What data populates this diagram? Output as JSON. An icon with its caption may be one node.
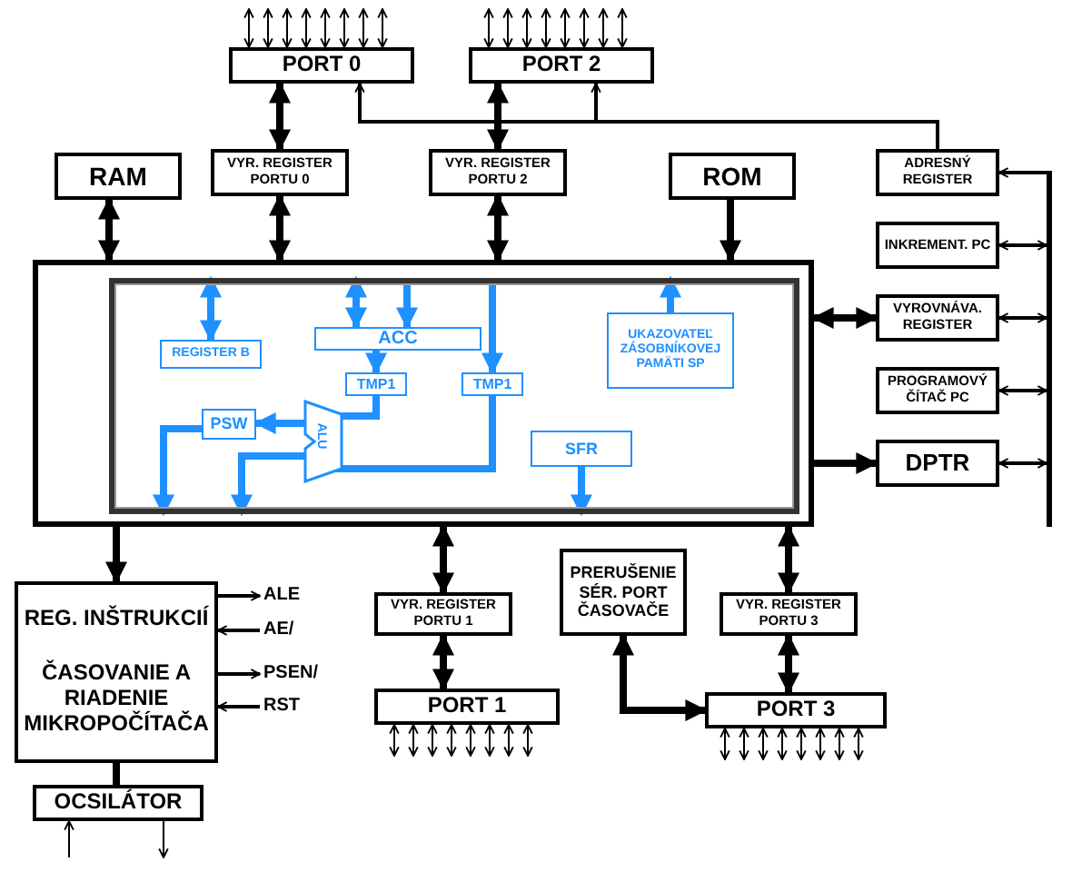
{
  "diagram": {
    "nodes": [
      {
        "text": [
          "PORT 0"
        ]
      },
      {
        "text": [
          "PORT 2"
        ]
      },
      {
        "text": [
          "VYR. REGISTER PORTU 0"
        ]
      },
      {
        "text": [
          "VYR. REGISTER PORTU 2"
        ]
      },
      {
        "text": [
          "RAM"
        ]
      },
      {
        "text": [
          "ROM"
        ]
      },
      {
        "text": [
          "ADRESNÝ REGISTER"
        ]
      },
      {
        "text": [
          "INKREMENT. PC"
        ]
      },
      {
        "text": [
          "VYROVNÁVA. REGISTER"
        ]
      },
      {
        "text": [
          "PROGRAMOVÝ ČÍTAČ PC"
        ]
      },
      {
        "text": [
          "DPTR"
        ]
      },
      {
        "text": [],
        "shape": "bar"
      },
      {
        "text": [],
        "shape": "box",
        "in": 11
      },
      {
        "text": [
          "REGISTER B"
        ],
        "in": 12
      },
      {
        "text": [
          "ACC"
        ],
        "in": 12
      },
      {
        "text": [
          "TMP1"
        ],
        "in": 12
      },
      {
        "text": [
          "TMP1"
        ],
        "in": 12
      },
      {
        "text": [
          "PSW"
        ],
        "in": 12
      },
      {
        "text": [
          "ALU"
        ],
        "in": 12
      },
      {
        "text": [
          "UKAZOVATEĽ ZÁSOBNÍKOVEJ PAMÄTI SP"
        ],
        "in": 12
      },
      {
        "text": [
          "SFR"
        ],
        "in": 12
      },
      {
        "text": [
          "REG. INŠTRUKCIÍ",
          "ČASOVANIE A RIADENIE MIKROPOČÍTAČA"
        ]
      },
      {
        "text": [
          "OCSILÁTOR"
        ]
      },
      {
        "text": [
          "VYR. REGISTER PORTU 1"
        ]
      },
      {
        "text": [
          "PORT 1"
        ]
      },
      {
        "text": [
          "PRERUŠENIE SÉR. PORT ČASOVAČE"
        ]
      },
      {
        "text": [
          "VYR. REGISTER PORTU 3"
        ]
      },
      {
        "text": [
          "PORT 3"
        ]
      },
      {
        "text": [
          "ALE"
        ]
      },
      {
        "text": [
          "AE/"
        ]
      },
      {
        "text": [
          "PSEN/"
        ]
      },
      {
        "text": [
          "RST"
        ]
      },
      {
        "text": [],
        "shape": "bar"
      }
    ],
    "edges": [
      {
        "from": 0,
        "to": null,
        "arrow": "both"
      },
      {
        "from": 0,
        "to": null,
        "arrow": "both"
      },
      {
        "from": 0,
        "to": null,
        "arrow": "both"
      },
      {
        "from": 0,
        "to": null,
        "arrow": "both"
      },
      {
        "from": 0,
        "to": null,
        "arrow": "both"
      },
      {
        "from": 0,
        "to": null,
        "arrow": "both"
      },
      {
        "from": 0,
        "to": null,
        "arrow": "both"
      },
      {
        "from": 0,
        "to": null,
        "arrow": "both"
      },
      {
        "from": 1,
        "to": null,
        "arrow": "both"
      },
      {
        "from": 1,
        "to": null,
        "arrow": "both"
      },
      {
        "from": 1,
        "to": null,
        "arrow": "both"
      },
      {
        "from": 1,
        "to": null,
        "arrow": "both"
      },
      {
        "from": 1,
        "to": null,
        "arrow": "both"
      },
      {
        "from": 1,
        "to": null,
        "arrow": "both"
      },
      {
        "from": 1,
        "to": null,
        "arrow": "both"
      },
      {
        "from": 1,
        "to": null,
        "arrow": "both"
      },
      {
        "from": 2,
        "to": 0,
        "arrow": "both",
        "style": "thick"
      },
      {
        "from": 3,
        "to": 1,
        "arrow": "both",
        "style": "thick"
      },
      {
        "from": 6,
        "to": 0,
        "arrow": "to"
      },
      {
        "from": 6,
        "to": 1,
        "arrow": "to"
      },
      {
        "from": 4,
        "to": 11,
        "arrow": "both",
        "style": "thick"
      },
      {
        "from": 2,
        "to": 11,
        "arrow": "both",
        "style": "thick"
      },
      {
        "from": 3,
        "to": 11,
        "arrow": "both",
        "style": "thick"
      },
      {
        "from": 5,
        "to": 11,
        "arrow": "to",
        "style": "thick"
      },
      {
        "from": 32,
        "to": 6,
        "arrow": "to"
      },
      {
        "from": 7,
        "to": 32,
        "arrow": "both"
      },
      {
        "from": 8,
        "to": 32,
        "arrow": "both"
      },
      {
        "from": 9,
        "to": 32,
        "arrow": "both"
      },
      {
        "from": 10,
        "to": 32,
        "arrow": "both"
      },
      {
        "from": 11,
        "to": 8,
        "arrow": "both",
        "style": "thick"
      },
      {
        "from": 11,
        "to": 10,
        "arrow": "to",
        "style": "thick"
      },
      {
        "from": 13,
        "to": 12,
        "arrow": "both",
        "style": "thick",
        "color": "#1e90ff"
      },
      {
        "from": 14,
        "to": 12,
        "arrow": "both",
        "style": "thick",
        "color": "#1e90ff"
      },
      {
        "from": 12,
        "to": 14,
        "arrow": "to",
        "style": "thick",
        "color": "#1e90ff"
      },
      {
        "from": 14,
        "to": 15,
        "arrow": "to",
        "style": "thick",
        "color": "#1e90ff"
      },
      {
        "from": 12,
        "to": 16,
        "arrow": "to",
        "style": "thick",
        "color": "#1e90ff"
      },
      {
        "from": 15,
        "to": 18,
        "arrow": "none",
        "style": "thick",
        "color": "#1e90ff"
      },
      {
        "from": 16,
        "to": 18,
        "arrow": "none",
        "style": "thick",
        "color": "#1e90ff"
      },
      {
        "from": 18,
        "to": 17,
        "arrow": "to",
        "style": "thick",
        "color": "#1e90ff"
      },
      {
        "from": 17,
        "to": 12,
        "arrow": "to",
        "style": "thick",
        "color": "#1e90ff"
      },
      {
        "from": 18,
        "to": 12,
        "arrow": "to",
        "style": "thick",
        "color": "#1e90ff"
      },
      {
        "from": 19,
        "to": 12,
        "arrow": "to",
        "style": "thick",
        "color": "#1e90ff"
      },
      {
        "from": 20,
        "to": 12,
        "arrow": "to",
        "style": "thick",
        "color": "#1e90ff"
      },
      {
        "from": 11,
        "to": 21,
        "arrow": "to",
        "style": "thick"
      },
      {
        "from": 21,
        "to": 28,
        "arrow": "to"
      },
      {
        "from": 29,
        "to": 21,
        "arrow": "to"
      },
      {
        "from": 21,
        "to": 30,
        "arrow": "to"
      },
      {
        "from": 31,
        "to": 21,
        "arrow": "to"
      },
      {
        "from": 21,
        "to": 22,
        "arrow": "none",
        "style": "thick"
      },
      {
        "from": null,
        "to": 22,
        "arrow": "to"
      },
      {
        "from": 22,
        "to": null,
        "arrow": "to"
      },
      {
        "from": 11,
        "to": 23,
        "arrow": "both",
        "style": "thick"
      },
      {
        "from": 23,
        "to": 24,
        "arrow": "both",
        "style": "thick"
      },
      {
        "from": 11,
        "to": 26,
        "arrow": "both",
        "style": "thick"
      },
      {
        "from": 26,
        "to": 27,
        "arrow": "both",
        "style": "thick"
      },
      {
        "from": 25,
        "to": 27,
        "arrow": "both",
        "style": "thick"
      },
      {
        "from": 24,
        "to": null,
        "arrow": "both"
      },
      {
        "from": 24,
        "to": null,
        "arrow": "both"
      },
      {
        "from": 24,
        "to": null,
        "arrow": "both"
      },
      {
        "from": 24,
        "to": null,
        "arrow": "both"
      },
      {
        "from": 24,
        "to": null,
        "arrow": "both"
      },
      {
        "from": 24,
        "to": null,
        "arrow": "both"
      },
      {
        "from": 24,
        "to": null,
        "arrow": "both"
      },
      {
        "from": 24,
        "to": null,
        "arrow": "both"
      },
      {
        "from": 27,
        "to": null,
        "arrow": "both"
      },
      {
        "from": 27,
        "to": null,
        "arrow": "both"
      },
      {
        "from": 27,
        "to": null,
        "arrow": "both"
      },
      {
        "from": 27,
        "to": null,
        "arrow": "both"
      },
      {
        "from": 27,
        "to": null,
        "arrow": "both"
      },
      {
        "from": 27,
        "to": null,
        "arrow": "both"
      },
      {
        "from": 27,
        "to": null,
        "arrow": "both"
      },
      {
        "from": 27,
        "to": null,
        "arrow": "both"
      }
    ]
  }
}
